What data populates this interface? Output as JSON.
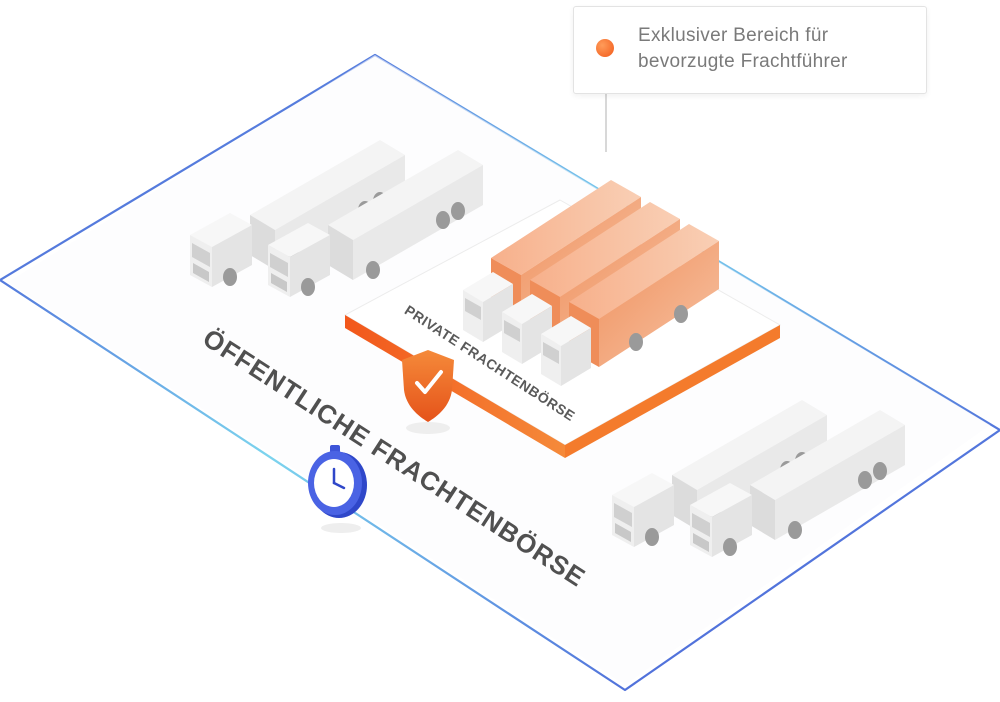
{
  "callout": {
    "line1": "Exklusiver Bereich für",
    "line2": "bevorzugte Frachtführer"
  },
  "zones": {
    "public_label": "ÖFFENTLICHE FRACHTENBÖRSE",
    "private_label": "PRIVATE FRACHTENBÖRSE"
  },
  "colors": {
    "frame_blue": "#3b3fd1",
    "frame_cyan": "#7cd4ee",
    "accent_orange": "#f05a1a",
    "container_orange": "#f3a47a",
    "truck_grey": "#e6e6e6"
  },
  "icons": [
    "shield-check-icon",
    "stopwatch-icon",
    "truck-icon"
  ]
}
